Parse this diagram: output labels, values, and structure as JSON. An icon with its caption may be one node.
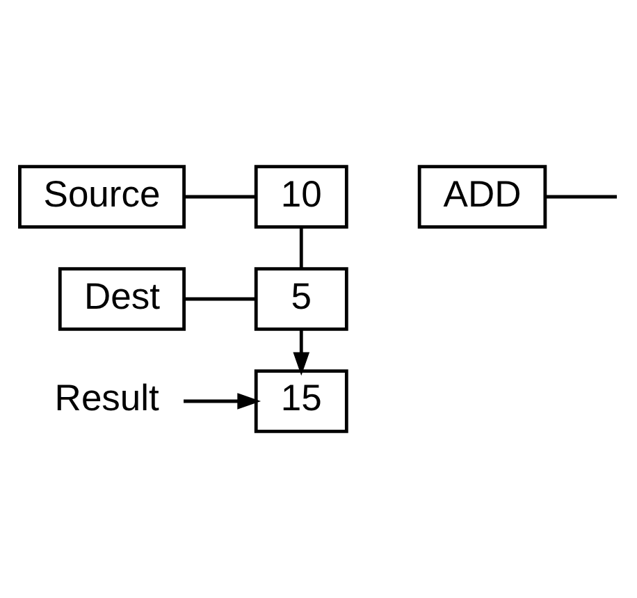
{
  "diagram": {
    "nodes": [
      {
        "text": [
          "Source"
        ]
      },
      {
        "text": [
          "10"
        ]
      },
      {
        "text": [
          "ADD"
        ]
      },
      {
        "text": [
          "5"
        ]
      },
      {
        "text": [
          "Dest"
        ]
      },
      {
        "text": [
          "15"
        ]
      },
      {
        "text": [
          "Result"
        ]
      }
    ],
    "edges": [
      {
        "from": 0,
        "to": 1,
        "arrow": "none"
      },
      {
        "from": 2,
        "to": null,
        "arrow": "none"
      },
      {
        "from": 1,
        "to": 3,
        "arrow": "none"
      },
      {
        "from": 4,
        "to": 3,
        "arrow": "none"
      },
      {
        "from": 3,
        "to": 5,
        "arrow": "to"
      },
      {
        "from": 6,
        "to": 5,
        "arrow": "to"
      }
    ]
  }
}
